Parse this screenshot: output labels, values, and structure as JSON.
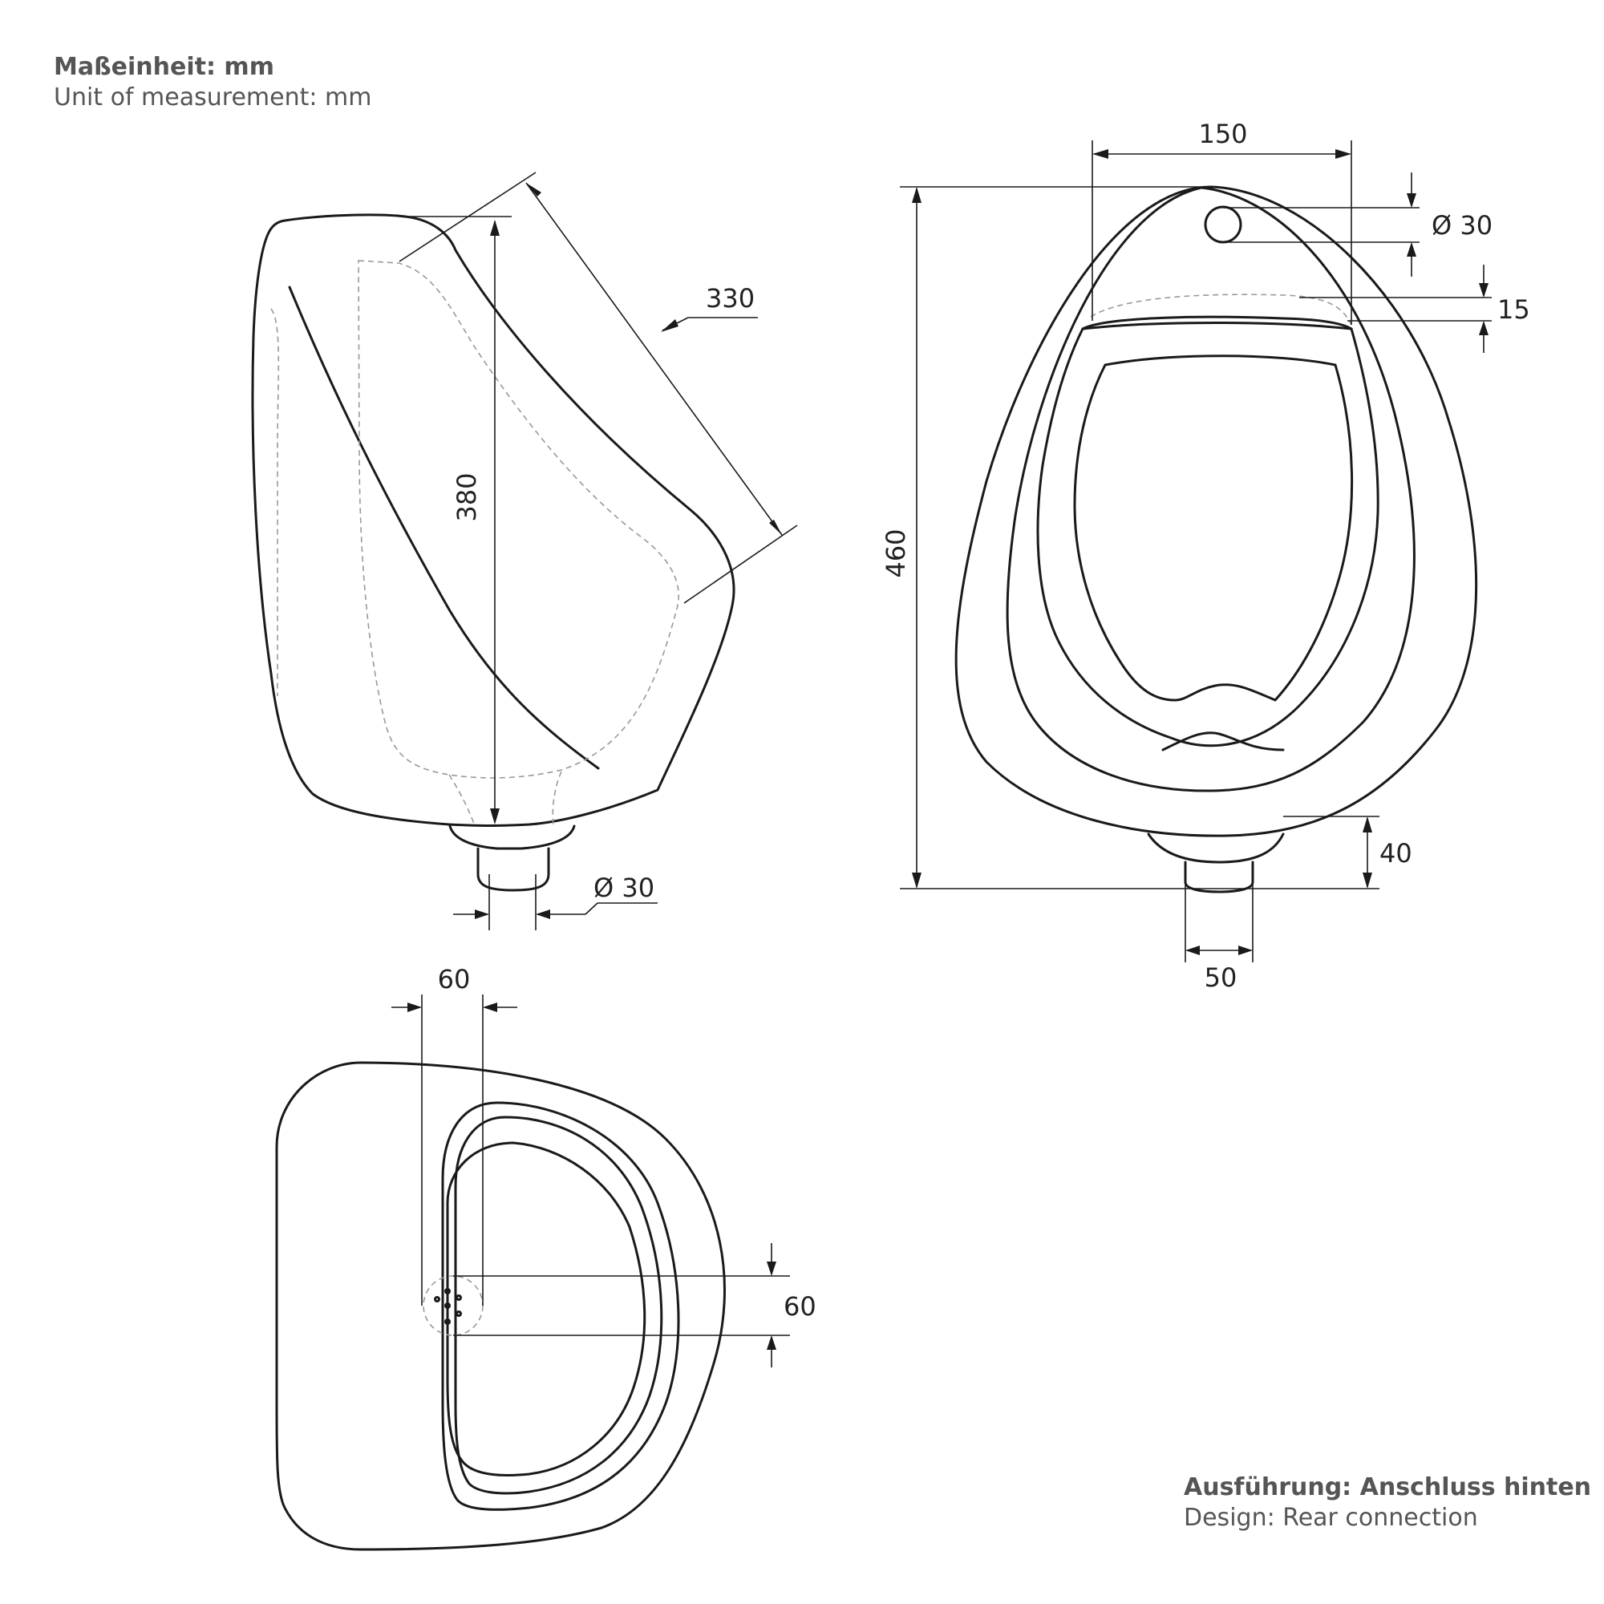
{
  "notes": {
    "unit_de": "Maßeinheit: mm",
    "unit_en": "Unit of measurement: mm",
    "design_de": "Ausführung: Anschluss hinten",
    "design_en": "Design: Rear connection"
  },
  "side_view": {
    "dim_length": "330",
    "dim_height": "380",
    "dim_outlet_diameter": "Ø 30"
  },
  "front_view": {
    "dim_width": "150",
    "dim_inlet_diameter": "Ø 30",
    "dim_inlet_offset": "15",
    "dim_total_height": "460",
    "dim_outlet_height": "40",
    "dim_outlet_width": "50"
  },
  "top_view": {
    "dim_inlet_x": "60",
    "dim_inlet_y": "60"
  }
}
